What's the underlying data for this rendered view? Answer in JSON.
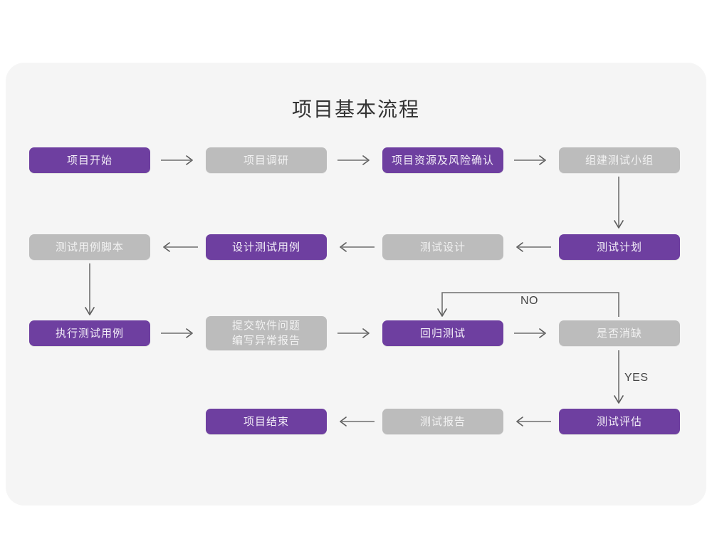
{
  "diagram": {
    "title": "项目基本流程",
    "colors": {
      "page_background": "#ffffff",
      "panel_background": "#f5f5f5",
      "node_purple": "#6e3fa0",
      "node_gray": "#bcbcbc",
      "node_text": "#f2f2f2",
      "title_text": "#333333",
      "connector": "#6f6f6f",
      "edge_label_text": "#444444"
    },
    "nodes": [
      {
        "id": "n1",
        "label": "项目开始",
        "style": "purple",
        "row": 1,
        "col": 1
      },
      {
        "id": "n2",
        "label": "项目调研",
        "style": "gray",
        "row": 1,
        "col": 2
      },
      {
        "id": "n3",
        "label": "项目资源及风险确认",
        "style": "purple",
        "row": 1,
        "col": 3
      },
      {
        "id": "n4",
        "label": "组建测试小组",
        "style": "gray",
        "row": 1,
        "col": 4
      },
      {
        "id": "n5",
        "label": "测试用例脚本",
        "style": "gray",
        "row": 2,
        "col": 1
      },
      {
        "id": "n6",
        "label": "设计测试用例",
        "style": "purple",
        "row": 2,
        "col": 2
      },
      {
        "id": "n7",
        "label": "测试设计",
        "style": "gray",
        "row": 2,
        "col": 3
      },
      {
        "id": "n8",
        "label": "测试计划",
        "style": "purple",
        "row": 2,
        "col": 4
      },
      {
        "id": "n9",
        "label": "执行测试用例",
        "style": "purple",
        "row": 3,
        "col": 1
      },
      {
        "id": "n10",
        "label": "提交软件问题\n编写异常报告",
        "style": "gray",
        "row": 3,
        "col": 2
      },
      {
        "id": "n11",
        "label": "回归测试",
        "style": "purple",
        "row": 3,
        "col": 3
      },
      {
        "id": "n12",
        "label": "是否消缺",
        "style": "gray",
        "row": 3,
        "col": 4
      },
      {
        "id": "n13",
        "label": "项目结束",
        "style": "purple",
        "row": 4,
        "col": 2
      },
      {
        "id": "n14",
        "label": "测试报告",
        "style": "gray",
        "row": 4,
        "col": 3
      },
      {
        "id": "n15",
        "label": "测试评估",
        "style": "purple",
        "row": 4,
        "col": 4
      }
    ],
    "edge_labels": {
      "no": "NO",
      "yes": "YES"
    }
  }
}
